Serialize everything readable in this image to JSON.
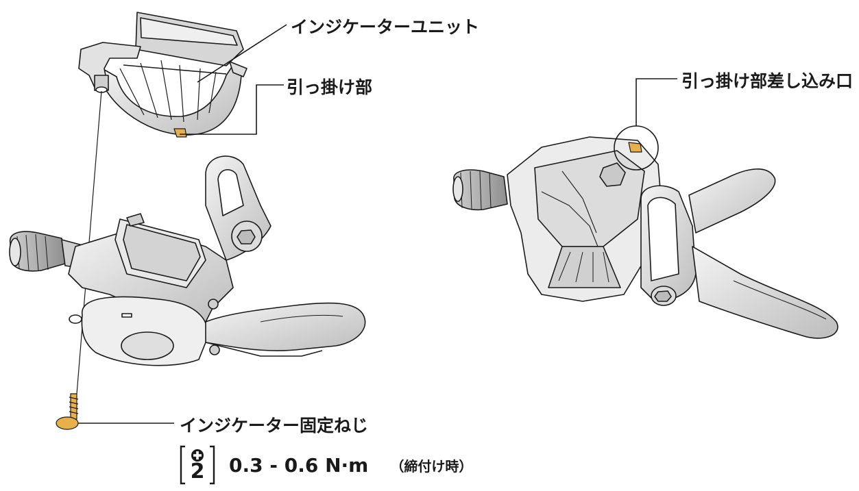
{
  "labels": {
    "indicator_unit": "インジケーターユニット",
    "hook": "引っ掛け部",
    "hook_slot": "引っ掛け部差し込み口",
    "indicator_screw": "インジケーター固定ねじ"
  },
  "torque": {
    "tool_number": "2",
    "value": "0.3 - 0.6 N·m",
    "note": "（締付け時）"
  },
  "colors": {
    "line": "#1a1a1a",
    "highlight": "#e8b04a",
    "shade": "#d8d8d8"
  }
}
